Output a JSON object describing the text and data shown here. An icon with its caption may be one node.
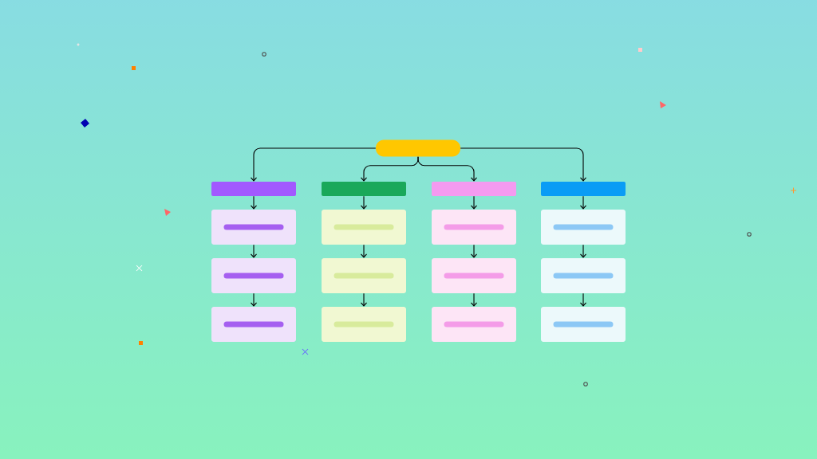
{
  "diagram": {
    "nodes": [
      {
        "text": [],
        "shape": "box"
      },
      {
        "text": [],
        "shape": "box"
      },
      {
        "text": [],
        "shape": "box"
      },
      {
        "text": [],
        "shape": "box"
      },
      {
        "text": [],
        "shape": "box"
      },
      {
        "text": [],
        "shape": "box"
      },
      {
        "text": [],
        "shape": "box"
      },
      {
        "text": [],
        "shape": "box"
      },
      {
        "text": [],
        "shape": "box"
      },
      {
        "text": [],
        "shape": "box"
      },
      {
        "text": [],
        "shape": "box"
      },
      {
        "text": [],
        "shape": "box"
      },
      {
        "text": [],
        "shape": "box"
      },
      {
        "text": [],
        "shape": "box"
      },
      {
        "text": [],
        "shape": "box"
      },
      {
        "text": [],
        "shape": "box"
      },
      {
        "text": [],
        "shape": "box"
      }
    ],
    "edges": [
      {
        "from": 0,
        "to": 1,
        "arrow": "to"
      },
      {
        "from": 0,
        "to": 2,
        "arrow": "to"
      },
      {
        "from": 0,
        "to": 3,
        "arrow": "to"
      },
      {
        "from": 0,
        "to": 4,
        "arrow": "to"
      },
      {
        "from": 1,
        "to": 5,
        "arrow": "to"
      },
      {
        "from": 5,
        "to": 9,
        "arrow": "to"
      },
      {
        "from": 9,
        "to": 13,
        "arrow": "to"
      },
      {
        "from": 2,
        "to": 6,
        "arrow": "to"
      },
      {
        "from": 6,
        "to": 10,
        "arrow": "to"
      },
      {
        "from": 10,
        "to": 14,
        "arrow": "to"
      },
      {
        "from": 3,
        "to": 7,
        "arrow": "to"
      },
      {
        "from": 7,
        "to": 11,
        "arrow": "to"
      },
      {
        "from": 11,
        "to": 15,
        "arrow": "to"
      },
      {
        "from": 4,
        "to": 8,
        "arrow": "to"
      },
      {
        "from": 8,
        "to": 12,
        "arrow": "to"
      },
      {
        "from": 12,
        "to": 16,
        "arrow": "to"
      }
    ]
  }
}
